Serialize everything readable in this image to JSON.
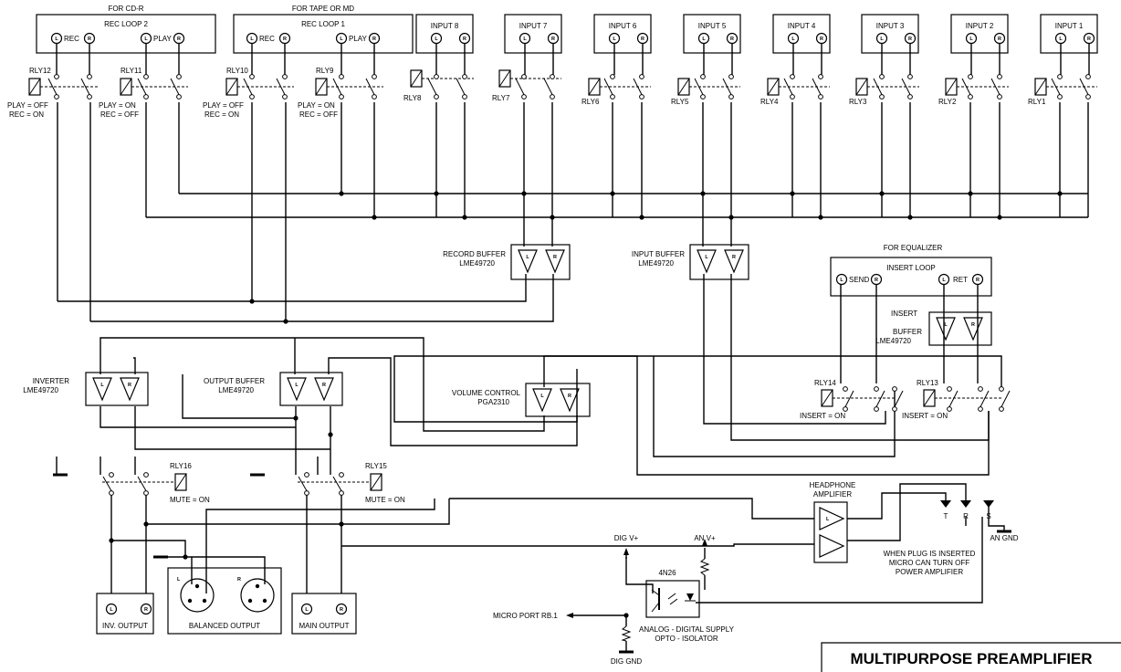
{
  "title": "MULTIPURPOSE PREAMPLIFIER",
  "rec_loops": [
    {
      "caption": "FOR CD-R",
      "name": "REC LOOP 2",
      "rec": "REC",
      "play": "PLAY"
    },
    {
      "caption": "FOR TAPE OR MD",
      "name": "REC LOOP 1",
      "rec": "REC",
      "play": "PLAY"
    }
  ],
  "inputs": [
    "INPUT 8",
    "INPUT 7",
    "INPUT 6",
    "INPUT 5",
    "INPUT 4",
    "INPUT 3",
    "INPUT 2",
    "INPUT 1"
  ],
  "relays": {
    "rly12": "RLY12",
    "rly11": "RLY11",
    "rly10": "RLY10",
    "rly9": "RLY9",
    "rly8": "RLY8",
    "rly7": "RLY7",
    "rly6": "RLY6",
    "rly5": "RLY5",
    "rly4": "RLY4",
    "rly3": "RLY3",
    "rly2": "RLY2",
    "rly1": "RLY1",
    "rly14": "RLY14",
    "rly13": "RLY13",
    "rly16": "RLY16",
    "rly15": "RLY15"
  },
  "relay_notes": {
    "rly12_a": "PLAY = OFF",
    "rly12_b": "REC = ON",
    "rly11_a": "PLAY = ON",
    "rly11_b": "REC = OFF",
    "rly10_a": "PLAY = OFF",
    "rly10_b": "REC = ON",
    "rly9_a": "PLAY = ON",
    "rly9_b": "REC = OFF",
    "insert_on": "INSERT = ON",
    "mute_on": "MUTE = ON"
  },
  "pins": {
    "l": "L",
    "r": "R",
    "t": "T",
    "ring": "R",
    "s": "S"
  },
  "blocks": {
    "record_buffer": "RECORD BUFFER",
    "record_buffer_ic": "LME49720",
    "input_buffer": "INPUT BUFFER",
    "input_buffer_ic": "LME49720",
    "for_equalizer": "FOR EQUALIZER",
    "insert_loop": "INSERT LOOP",
    "send": "SEND",
    "ret": "RET",
    "insert_buffer_1": "INSERT",
    "insert_buffer_2": "BUFFER",
    "insert_buffer_ic": "LME49720",
    "inverter": "INVERTER",
    "inverter_ic": "LME49720",
    "output_buffer": "OUTPUT BUFFER",
    "output_buffer_ic": "LME49720",
    "volume_control": "VOLUME CONTROL",
    "volume_ic": "PGA2310",
    "headphone_1": "HEADPHONE",
    "headphone_2": "AMPLIFIER",
    "inv_output": "INV. OUTPUT",
    "balanced_output": "BALANCED OUTPUT",
    "main_output": "MAIN OUTPUT"
  },
  "supply": {
    "dig_v": "DIG V+",
    "an_v": "AN V+",
    "opto": "4N26",
    "micro_port": "MICRO PORT RB.1",
    "dig_gnd": "DIG GND",
    "an_gnd": "AN GND",
    "note_1": "ANALOG - DIGITAL SUPPLY",
    "note_2": "OPTO - ISOLATOR"
  },
  "headphone_note": [
    "WHEN PLUG IS INSERTED",
    "MICRO CAN TURN OFF",
    "POWER AMPLIFIER"
  ]
}
